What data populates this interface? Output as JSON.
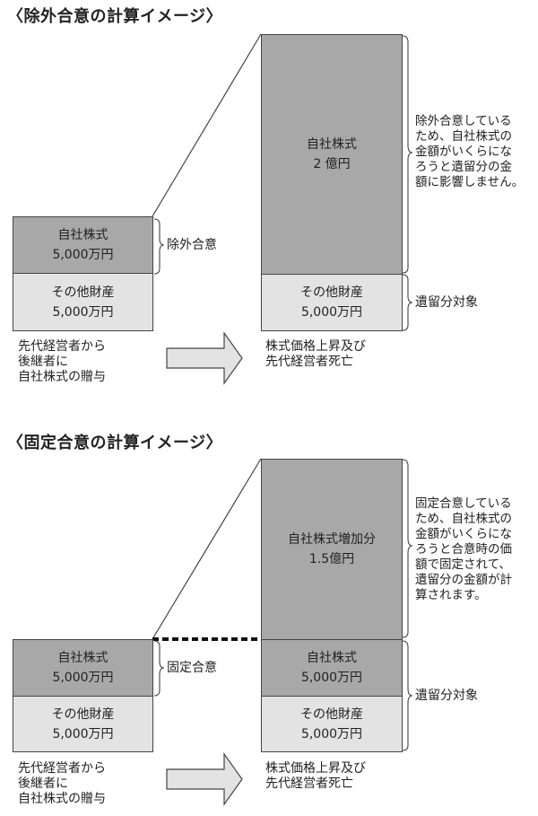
{
  "section1": {
    "title": "〈除外合意の計算イメージ〉",
    "left_top": {
      "name": "自社株式",
      "value": "5,000万円"
    },
    "left_bottom": {
      "name": "その他財産",
      "value": "5,000万円"
    },
    "left_bracket_label": "除外合意",
    "right_top": {
      "name": "自社株式",
      "value": "2 億円"
    },
    "right_bottom": {
      "name": "その他財産",
      "value": "5,000万円"
    },
    "note": "除外合意している\nため、自社株式の\n金額がいくらにな\nろうと遺留分の金\n額に影響しません。",
    "reserved_label": "遺留分対象",
    "left_caption": "先代経営者から\n後継者に\n自社株式の贈与",
    "right_caption": "株式価格上昇及び\n先代経営者死亡"
  },
  "section2": {
    "title": "〈固定合意の計算イメージ〉",
    "left_top": {
      "name": "自社株式",
      "value": "5,000万円"
    },
    "left_bottom": {
      "name": "その他財産",
      "value": "5,000万円"
    },
    "left_bracket_label": "固定合意",
    "right_top": {
      "name": "自社株式増加分",
      "value": "1.5億円"
    },
    "right_mid": {
      "name": "自社株式",
      "value": "5,000万円"
    },
    "right_bottom": {
      "name": "その他財産",
      "value": "5,000万円"
    },
    "note": "固定合意している\nため、自社株式の\n金額がいくらにな\nろうと合意時の価\n額で固定されて、\n遺留分の金額が計\n算されます。",
    "reserved_label": "遺留分対象",
    "left_caption": "先代経営者から\n後継者に\n自社株式の贈与",
    "right_caption": "株式価格上昇及び\n先代経営者死亡"
  }
}
